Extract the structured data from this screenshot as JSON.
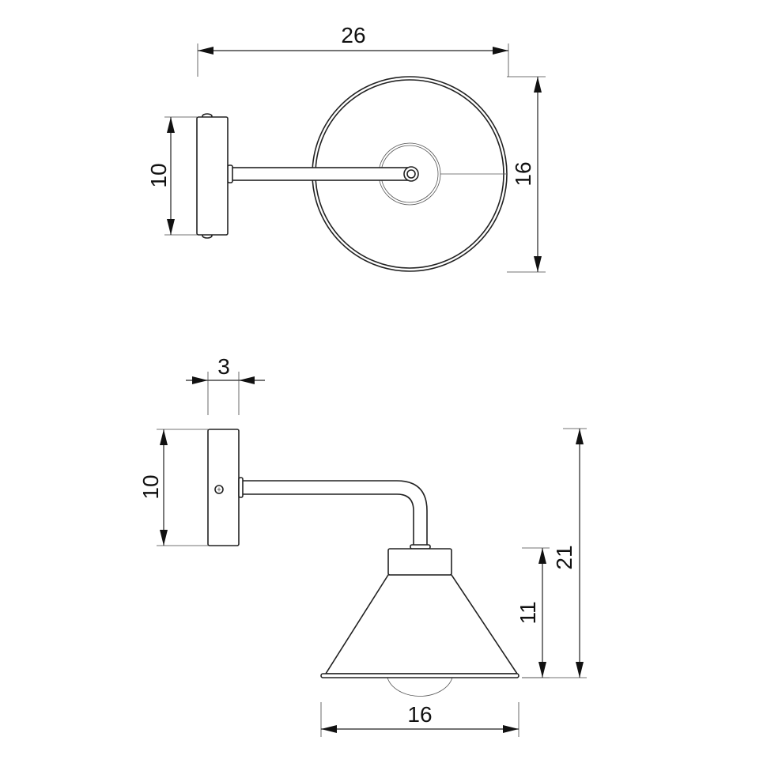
{
  "drawing": {
    "top_view": {
      "width_label": "26",
      "backplate_height_label": "10",
      "shade_diameter_label": "16"
    },
    "side_view": {
      "backplate_depth_label": "3",
      "backplate_height_label": "10",
      "total_height_label": "21",
      "shade_height_label": "11",
      "shade_diameter_label": "16"
    },
    "line_color": "#222222",
    "background": "#ffffff"
  }
}
